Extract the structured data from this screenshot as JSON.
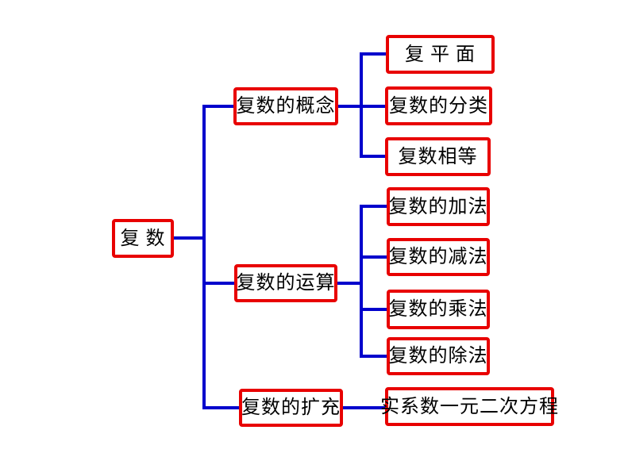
{
  "diagram": {
    "type": "concept-map",
    "colors": {
      "box_border": "#e80000",
      "connector": "#0000cc",
      "text": "#000000",
      "background": "#ffffff"
    },
    "root": {
      "label": "复 数"
    },
    "branches": [
      {
        "label": "复数的概念",
        "children": [
          {
            "label": "复 平 面"
          },
          {
            "label": "复数的分类"
          },
          {
            "label": "复数相等"
          }
        ]
      },
      {
        "label": "复数的运算",
        "children": [
          {
            "label": "复数的加法"
          },
          {
            "label": "复数的减法"
          },
          {
            "label": "复数的乘法"
          },
          {
            "label": "复数的除法"
          }
        ]
      },
      {
        "label": "复数的扩充",
        "children": [
          {
            "label": "实系数一元二次方程"
          }
        ]
      }
    ]
  }
}
